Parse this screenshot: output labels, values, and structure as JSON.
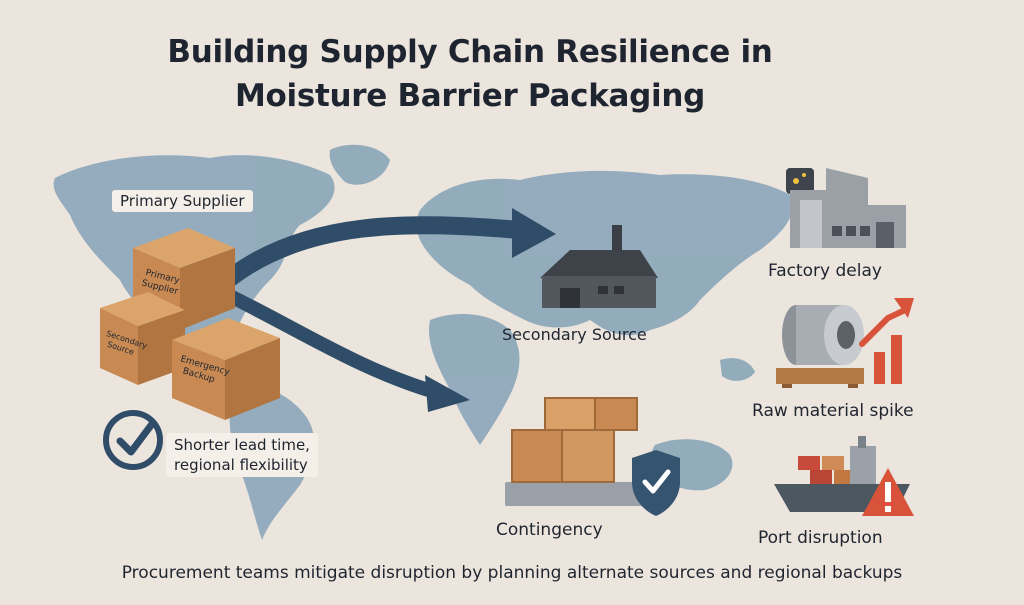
{
  "title": {
    "line1": "Building Supply Chain Resilience in",
    "line2": "Moisture Barrier Packaging"
  },
  "primary_supplier_label": "Primary Supplier",
  "box_labels": {
    "primary": "Primary Supplier",
    "secondary": "Secondary Source",
    "emergency": "Emergency Backup"
  },
  "benefit": {
    "line1": "Shorter lead time,",
    "line2": "regional flexibility"
  },
  "secondary_source_label": "Secondary Source",
  "contingency_label": "Contingency",
  "risks": [
    {
      "label": "Factory delay",
      "icon": "factory-icon"
    },
    {
      "label": "Raw material spike",
      "icon": "material-roll-rising-icon"
    },
    {
      "label": "Port disruption",
      "icon": "cargo-ship-warning-icon"
    }
  ],
  "caption": "Procurement teams mitigate disruption by planning alternate sources and regional backups",
  "colors": {
    "background": "#ebe5dd",
    "map": "#8fa9bb",
    "arrow": "#2f4d68",
    "box": "#c88a52",
    "warning": "#d9533b"
  }
}
